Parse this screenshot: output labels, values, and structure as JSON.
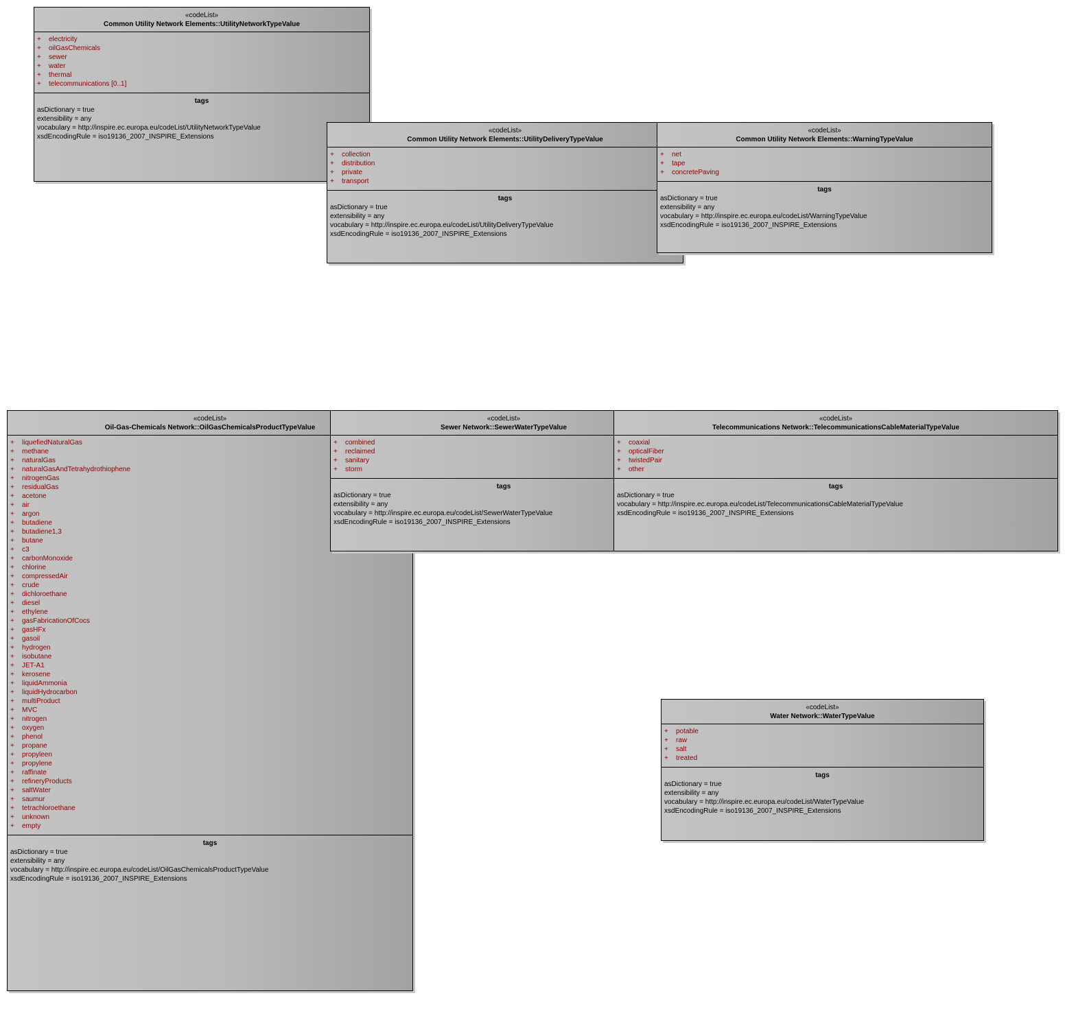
{
  "classes": [
    {
      "id": "utility-network-type-value",
      "stereotype": "«codeList»",
      "name": "Common Utility Network Elements::UtilityNetworkTypeValue",
      "attributes": [
        "electricity",
        "oilGasChemicals",
        "sewer",
        "water",
        "thermal",
        "telecommunications [0..1]"
      ],
      "tags_title": "tags",
      "tags": [
        "asDictionary = true",
        "extensibility = any",
        "vocabulary = http://inspire.ec.europa.eu/codeList/UtilityNetworkTypeValue",
        "xsdEncodingRule = iso19136_2007_INSPIRE_Extensions"
      ]
    },
    {
      "id": "utility-delivery-type-value",
      "stereotype": "«codeList»",
      "name": "Common Utility Network Elements::UtilityDeliveryTypeValue",
      "attributes": [
        "collection",
        "distribution",
        "private",
        "transport"
      ],
      "tags_title": "tags",
      "tags": [
        "asDictionary = true",
        "extensibility = any",
        "vocabulary = http://inspire.ec.europa.eu/codeList/UtilityDeliveryTypeValue",
        "xsdEncodingRule = iso19136_2007_INSPIRE_Extensions"
      ]
    },
    {
      "id": "warning-type-value",
      "stereotype": "«codeList»",
      "name": "Common Utility Network Elements::WarningTypeValue",
      "attributes": [
        "net",
        "tape",
        "concretePaving"
      ],
      "tags_title": "tags",
      "tags": [
        "asDictionary = true",
        "extensibility = any",
        "vocabulary = http://inspire.ec.europa.eu/codeList/WarningTypeValue",
        "xsdEncodingRule = iso19136_2007_INSPIRE_Extensions"
      ]
    },
    {
      "id": "oil-gas-chemicals-product-type-value",
      "stereotype": "«codeList»",
      "name": "Oil-Gas-Chemicals Network::OilGasChemicalsProductTypeValue",
      "attributes": [
        "liquefiedNaturalGas",
        "methane",
        "naturalGas",
        "naturalGasAndTetrahydrothiophene",
        "nitrogenGas",
        "residualGas",
        "acetone",
        "air",
        "argon",
        "butadiene",
        "butadiene1,3",
        "butane",
        "c3",
        "carbonMonoxide",
        "chlorine",
        "compressedAir",
        "crude",
        "dichloroethane",
        "diesel",
        "ethylene",
        "gasFabricationOfCocs",
        "gasHFx",
        "gasoil",
        "hydrogen",
        "isobutane",
        "JET-A1",
        "kerosene",
        "liquidAmmonia",
        "liquidHydrocarbon",
        "multiProduct",
        "MVC",
        "nitrogen",
        "oxygen",
        "phenol",
        "propane",
        "propyleen",
        "propylene",
        "raffinate",
        "refineryProducts",
        "saltWater",
        "saumur",
        "tetrachloroethane",
        "unknown",
        "empty"
      ],
      "tags_title": "tags",
      "tags": [
        "asDictionary = true",
        "extensibility = any",
        "vocabulary = http://inspire.ec.europa.eu/codeList/OilGasChemicalsProductTypeValue",
        "xsdEncodingRule = iso19136_2007_INSPIRE_Extensions"
      ]
    },
    {
      "id": "sewer-water-type-value",
      "stereotype": "«codeList»",
      "name": "Sewer Network::SewerWaterTypeValue",
      "attributes": [
        "combined",
        "reclaimed",
        "sanitary",
        "storm"
      ],
      "tags_title": "tags",
      "tags": [
        "asDictionary = true",
        "extensibility = any",
        "vocabulary = http://inspire.ec.europa.eu/codeList/SewerWaterTypeValue",
        "xsdEncodingRule = iso19136_2007_INSPIRE_Extensions"
      ]
    },
    {
      "id": "telecommunications-cable-material-type-value",
      "stereotype": "«codeList»",
      "name": "Telecommunications Network::TelecommunicationsCableMaterialTypeValue",
      "attributes": [
        "coaxial",
        "opticalFiber",
        "twistedPair",
        "other"
      ],
      "tags_title": "tags",
      "tags": [
        "asDictionary = true",
        "vocabulary = http://inspire.ec.europa.eu/codeList/TelecommunicationsCableMaterialTypeValue",
        "xsdEncodingRule = iso19136_2007_INSPIRE_Extensions"
      ]
    },
    {
      "id": "water-type-value",
      "stereotype": "«codeList»",
      "name": "Water Network::WaterTypeValue",
      "attributes": [
        "potable",
        "raw",
        "salt",
        "treated"
      ],
      "tags_title": "tags",
      "tags": [
        "asDictionary = true",
        "extensibility = any",
        "vocabulary = http://inspire.ec.europa.eu/codeList/WaterTypeValue",
        "xsdEncodingRule = iso19136_2007_INSPIRE_Extensions"
      ]
    }
  ]
}
